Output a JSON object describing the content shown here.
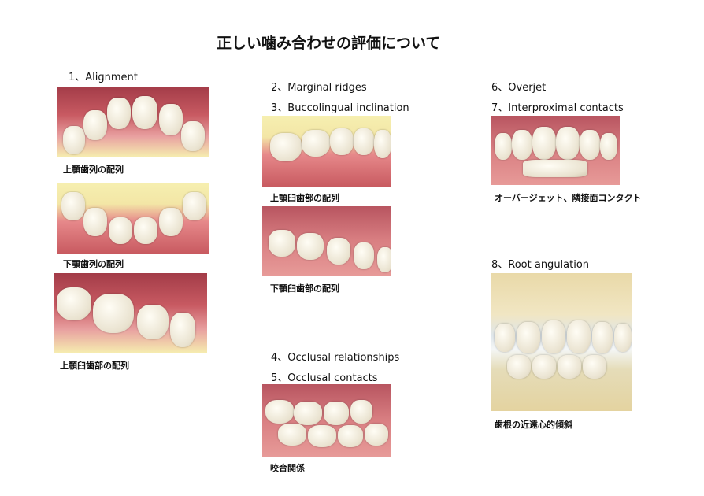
{
  "title": "正しい噛み合わせの評価について",
  "sections": {
    "s1": "1、Alignment",
    "s2": "2、Marginal ridges",
    "s3": "3、Buccolingual inclination",
    "s4": "4、Occlusal relationships",
    "s5": "5、Occlusal contacts",
    "s6": "6、Overjet",
    "s7": "7、Interproximal contacts",
    "s8": "8、Root angulation"
  },
  "captions": {
    "upper_arch": "上顎歯列の配列",
    "lower_arch": "下顎歯列の配列",
    "upper_molar_left": "上顎臼歯部の配列",
    "upper_molar_mid": "上顎臼歯部の配列",
    "lower_molar": "下顎臼歯部の配列",
    "occlusion": "咬合関係",
    "overjet": "オーバージェット、隣接面コンタクト",
    "root": "歯根の近遠心的傾斜"
  }
}
